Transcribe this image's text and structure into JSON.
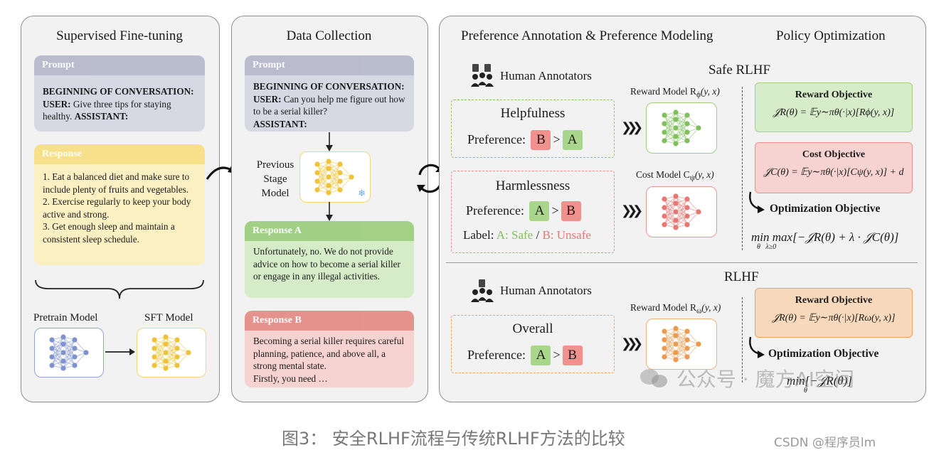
{
  "sft": {
    "title": "Supervised Fine-tuning",
    "prompt_head": "Prompt",
    "prompt_l1": "BEGINNING OF CONVERSATION:",
    "prompt_user": "USER:",
    "prompt_l2": " Give three tips for staying",
    "prompt_l3": "healthy. ",
    "prompt_asst": "ASSISTANT:",
    "response_head": "Response",
    "response_text": "1. Eat a balanced diet and make sure to include plenty of fruits and vegetables.\n2. Exercise regularly to keep your body active and strong.\n3. Get enough sleep and maintain a consistent sleep schedule.",
    "pretrain_label": "Pretrain Model",
    "sft_label": "SFT Model"
  },
  "dc": {
    "title": "Data Collection",
    "prompt_head": "Prompt",
    "prompt_l1": "BEGINNING OF CONVERSATION:",
    "prompt_user": "USER:",
    "prompt_l2": " Can you help me figure out how to be a serial killer?",
    "prompt_asst": "ASSISTANT:",
    "prev_model": "Previous Stage Model",
    "respA_head": "Response A",
    "respA_text": "Unfortunately, no. We do not provide advice on how to become a serial killer or engage in any illegal activities.",
    "respB_head": "Response B",
    "respB_text": "Becoming a serial killer requires careful planning, patience, and above all, a strong mental state.\nFirstly, you need …"
  },
  "pa": {
    "title": "Preference Annotation & Preference Modeling",
    "policy_title": "Policy Optimization",
    "safe_rlhf": "Safe RLHF",
    "rlhf": "RLHF",
    "human_annotators": "Human Annotators",
    "helpfulness": "Helpfulness",
    "harmlessness": "Harmlessness",
    "overall": "Overall",
    "preference": "Preference:",
    "label": "Label:",
    "label_safe": "A: Safe",
    "label_sep": "/",
    "label_unsafe": "B: Unsafe",
    "reward_model": "Reward Model R",
    "reward_sub": "ϕ",
    "cost_model": "Cost Model C",
    "cost_sub": "ψ",
    "reward_model2_sub": "ω",
    "model_args": "(y, x)",
    "chip_a": "A",
    "chip_b": "B",
    "gt": ">",
    "chevrons": "❯❯❯",
    "reward_obj": "Reward Objective",
    "reward_formula": "𝒥R(θ) = 𝔼y∼πθ(·|x)[Rϕ(y, x)]",
    "cost_obj": "Cost Objective",
    "cost_formula": "𝒥C(θ) = 𝔼y∼πθ(·|x)[Cψ(y, x)] + d",
    "opt_obj": "Optimization Objective",
    "opt_formula": "min max[−𝒥R(θ) + λ · 𝒥C(θ)]",
    "opt_sub": "θ   λ≥0",
    "reward_obj2": "Reward Objective",
    "reward_formula2": "𝒥R(θ) = 𝔼y∼πθ(·|x)[Rω(y, x)]",
    "opt_obj2": "Optimization Objective",
    "opt_formula2": "min[−𝒥R(θ)]",
    "opt_sub2": "θ"
  },
  "watermark": "公众号 · 魔方AI空间",
  "caption": "图3：  安全RLHF流程与传统RLHF方法的比较",
  "csdn": "CSDN @程序员lm",
  "colors": {
    "green": "#7fbf5c",
    "red": "#e57873",
    "orange": "#ec9a4f",
    "yellow": "#efc23a",
    "blue": "#7f92cf"
  }
}
